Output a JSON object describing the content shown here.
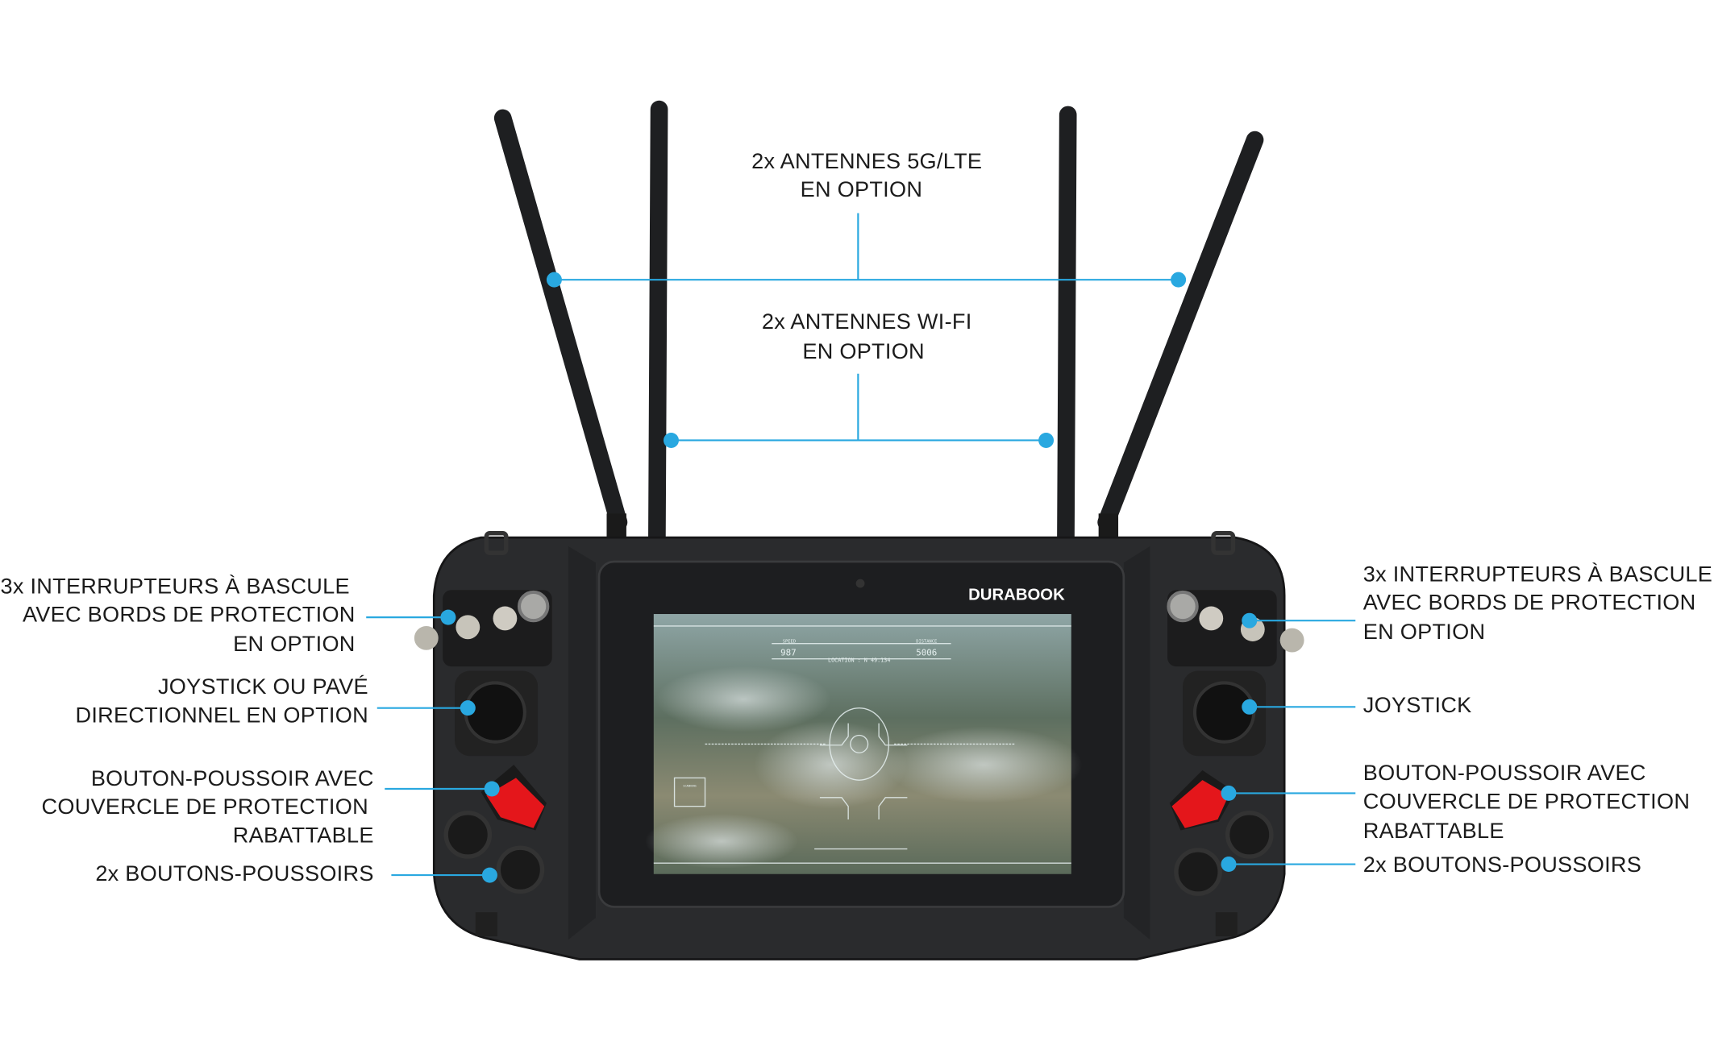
{
  "callouts": {
    "antennas_5g": {
      "line1": "2x ANTENNES 5G/LTE",
      "line2": "EN OPTION"
    },
    "antennas_wifi": {
      "line1": "2x ANTENNES WI-FI",
      "line2": "EN OPTION"
    },
    "left": {
      "toggles": {
        "line1": "3x INTERRUPTEURS À BASCULE",
        "line2": "AVEC BORDS DE PROTECTION",
        "line3": "EN OPTION"
      },
      "joystick": {
        "line1": "JOYSTICK OU PAVÉ",
        "line2": "DIRECTIONNEL EN OPTION"
      },
      "covered_button": {
        "line1": "BOUTON-POUSSOIR AVEC",
        "line2": "COUVERCLE DE PROTECTION",
        "line3": "RABATTABLE"
      },
      "push_buttons": {
        "line1": "2x BOUTONS-POUSSOIRS"
      }
    },
    "right": {
      "toggles": {
        "line1": "3x INTERRUPTEURS À BASCULE",
        "line2": "AVEC BORDS DE PROTECTION",
        "line3": "EN OPTION"
      },
      "joystick": {
        "line1": "JOYSTICK"
      },
      "covered_button": {
        "line1": "BOUTON-POUSSOIR AVEC",
        "line2": "COUVERCLE DE PROTECTION",
        "line3": "RABATTABLE"
      },
      "push_buttons": {
        "line1": "2x BOUTONS-POUSSOIRS"
      }
    }
  },
  "device": {
    "brand": "DURABOOK",
    "hud": {
      "speed_label": "SPEED",
      "speed_value": "987",
      "distance_label": "DISTANCE",
      "distance_value": "5006",
      "location": "LOCATION : N 49.134",
      "scanning": "SCANNING"
    }
  },
  "colors": {
    "accent": "#29a8e0",
    "body": "#2a2b2d",
    "red_cover": "#e4161b"
  }
}
